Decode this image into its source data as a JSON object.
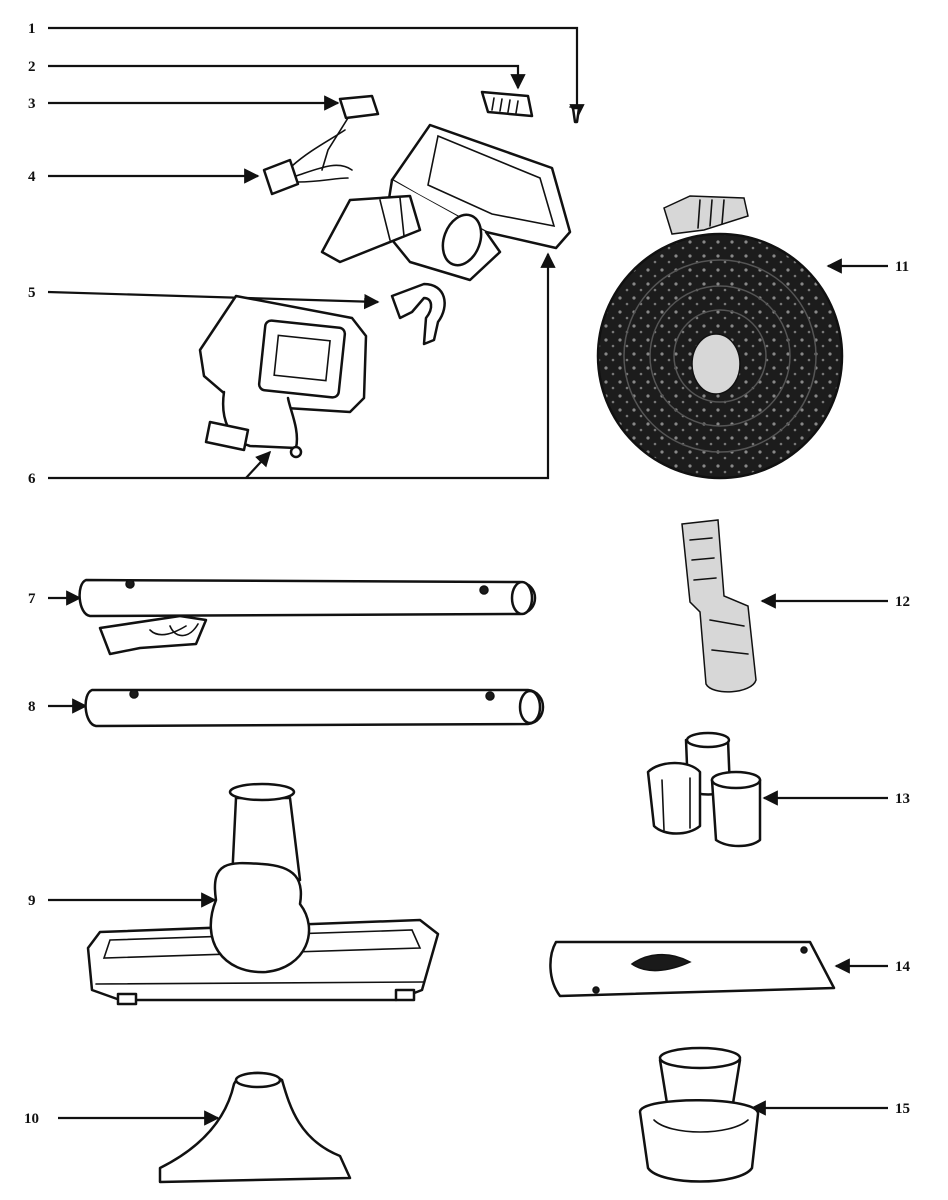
{
  "diagram": {
    "callouts": [
      {
        "id": "c1",
        "label": "1"
      },
      {
        "id": "c2",
        "label": "2"
      },
      {
        "id": "c3",
        "label": "3"
      },
      {
        "id": "c4",
        "label": "4"
      },
      {
        "id": "c5",
        "label": "5"
      },
      {
        "id": "c6",
        "label": "6"
      },
      {
        "id": "c7",
        "label": "7"
      },
      {
        "id": "c8",
        "label": "8"
      },
      {
        "id": "c9",
        "label": "9"
      },
      {
        "id": "c10",
        "label": "10"
      },
      {
        "id": "c11",
        "label": "11"
      },
      {
        "id": "c12",
        "label": "12"
      },
      {
        "id": "c13",
        "label": "13"
      },
      {
        "id": "c14",
        "label": "14"
      },
      {
        "id": "c15",
        "label": "15"
      }
    ],
    "colors": {
      "ink": "#111111",
      "paper": "#ffffff"
    }
  }
}
